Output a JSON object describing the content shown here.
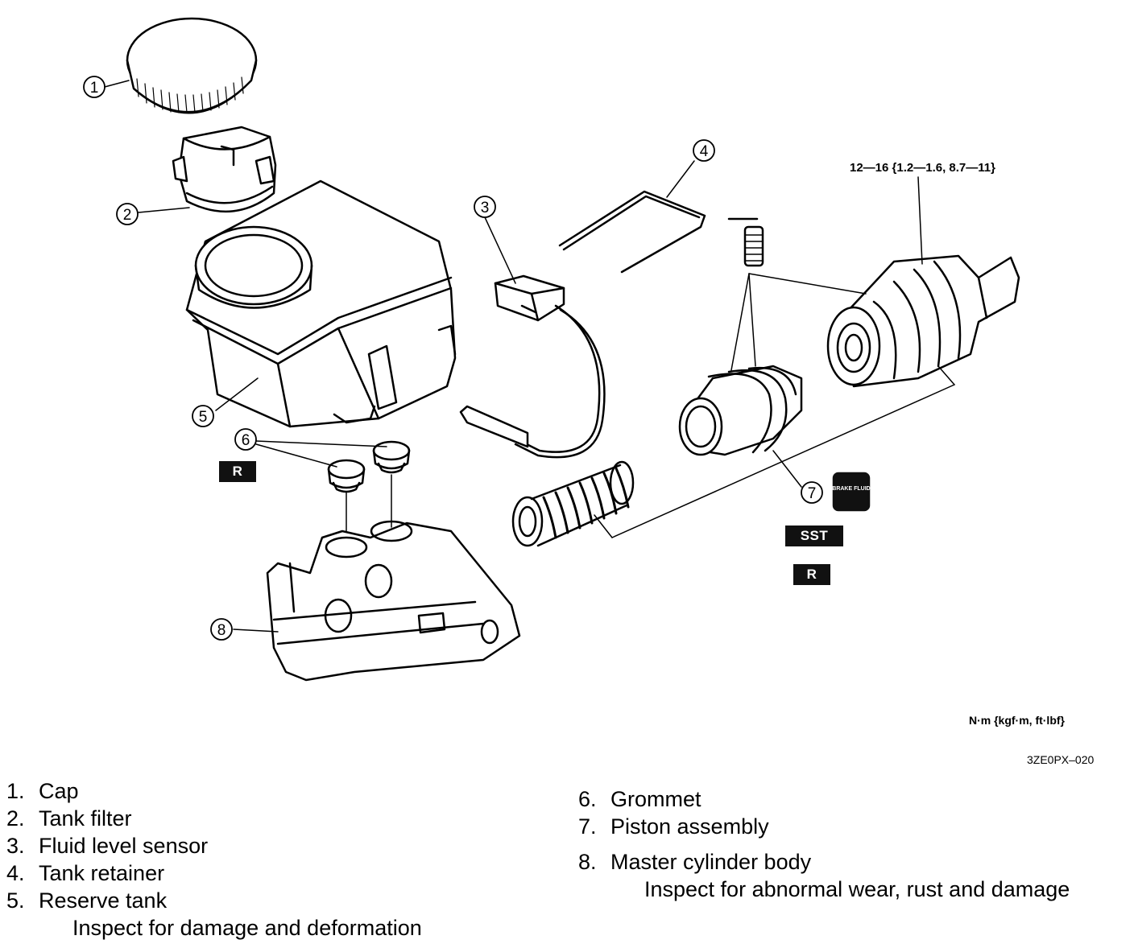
{
  "callouts": [
    "1",
    "2",
    "3",
    "4",
    "5",
    "6",
    "7",
    "8"
  ],
  "badges": {
    "r_grommet": "R",
    "sst": "SST",
    "r_piston": "R",
    "brake_fluid": "BRAKE FLUID"
  },
  "torque_spec": "12—16 {1.2—1.6, 8.7—11}",
  "unit_label": "N·m {kgf·m, ft·lbf}",
  "figure_code": "3ZE0PX–020",
  "legend_left": [
    {
      "num": "1.",
      "label": "Cap"
    },
    {
      "num": "2.",
      "label": "Tank filter"
    },
    {
      "num": "3.",
      "label": "Fluid level sensor"
    },
    {
      "num": "4.",
      "label": "Tank retainer"
    },
    {
      "num": "5.",
      "label": "Reserve tank",
      "note": "Inspect for damage and deformation"
    }
  ],
  "legend_right": [
    {
      "num": "6.",
      "label": "Grommet"
    },
    {
      "num": "7.",
      "label": "Piston assembly"
    },
    {
      "num": "8.",
      "label": "Master cylinder body",
      "note": "Inspect for abnormal wear, rust and damage"
    }
  ],
  "colors": {
    "ink": "#000000",
    "badge_bg": "#111111",
    "paper": "#ffffff"
  }
}
